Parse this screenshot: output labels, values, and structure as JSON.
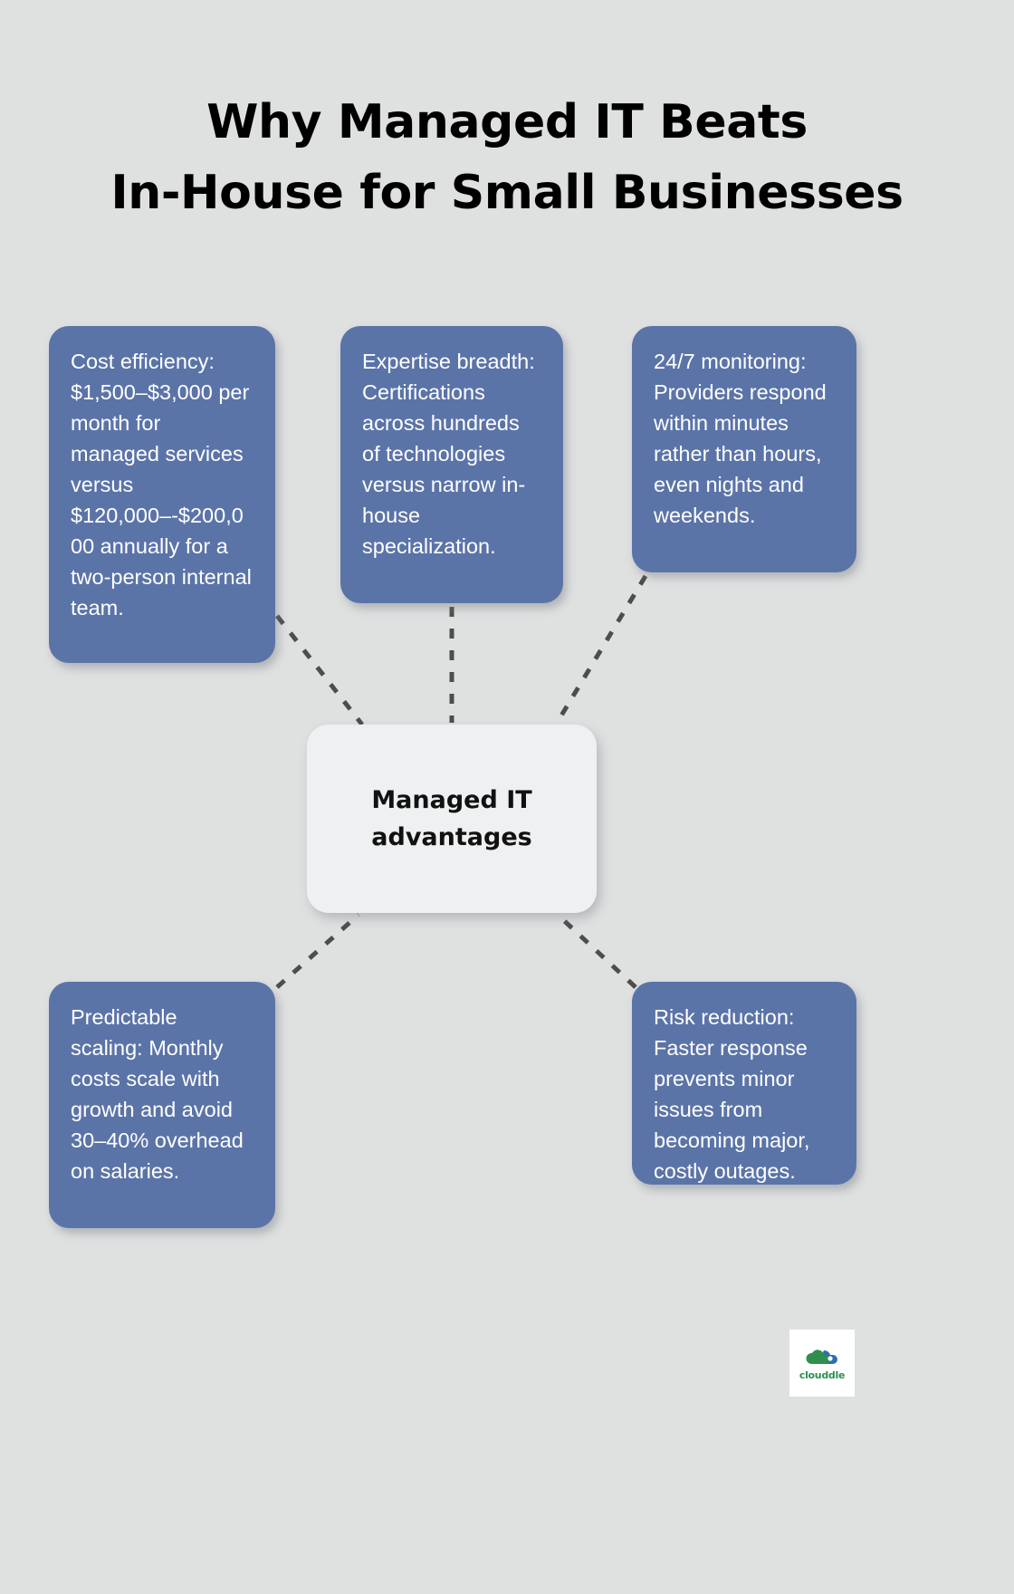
{
  "title": {
    "line1": "Why Managed IT Beats",
    "line2": "In-House for Small Businesses"
  },
  "center": {
    "label": "Managed IT advantages"
  },
  "colors": {
    "background": "#dfe1e1",
    "card_fill": "#5b74a8",
    "card_text": "#ffffff",
    "center_fill": "#eef0f1",
    "center_text": "#111111",
    "title_text": "#000000",
    "connector": "#4d4d4d",
    "logo_green": "#2f8f4e",
    "logo_blue": "#2f6fae"
  },
  "cards": [
    {
      "id": "cost-efficiency",
      "text": "Cost efficiency: $1,500–$3,000 per month for managed services versus $120,000–-$200,000 annually for a two-person internal team."
    },
    {
      "id": "expertise-breadth",
      "text": "Expertise breadth: Certifications across hundreds of technologies versus narrow in-house specialization."
    },
    {
      "id": "monitoring",
      "text": "24/7 monitoring: Providers respond within minutes rather than hours, even nights and weekends."
    },
    {
      "id": "predictable-scaling",
      "text": "Predictable scaling: Monthly costs scale with growth and avoid 30–40% overhead on salaries."
    },
    {
      "id": "risk-reduction",
      "text": "Risk reduction: Faster response prevents minor issues from becoming major, costly outages."
    }
  ],
  "logo": {
    "wordmark": "clouddle",
    "icon": "cloud-icon"
  },
  "connectors": [
    {
      "from": "cost-efficiency",
      "to": "center",
      "style": "dashed"
    },
    {
      "from": "expertise-breadth",
      "to": "center",
      "style": "dashed"
    },
    {
      "from": "monitoring",
      "to": "center",
      "style": "dashed"
    },
    {
      "from": "predictable-scaling",
      "to": "center",
      "style": "dashed"
    },
    {
      "from": "risk-reduction",
      "to": "center",
      "style": "dashed"
    }
  ]
}
